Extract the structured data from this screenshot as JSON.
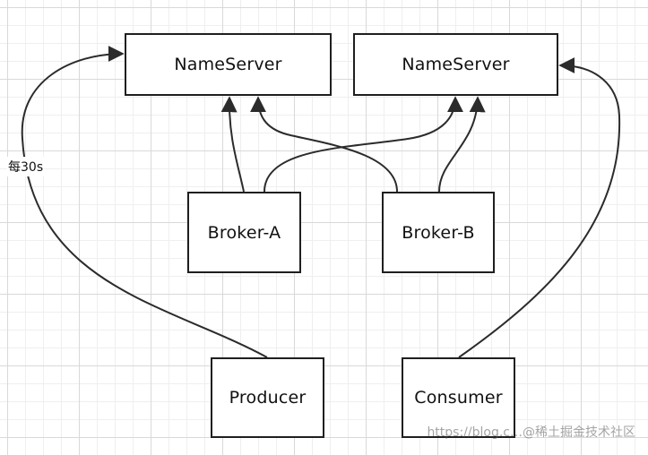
{
  "nodes": {
    "nameserver_1": "NameServer",
    "nameserver_2": "NameServer",
    "broker_a": "Broker-A",
    "broker_b": "Broker-B",
    "producer": "Producer",
    "consumer": "Consumer"
  },
  "edges": {
    "producer_to_nameserver_label": "每30s"
  },
  "watermark": "https://blog.c…@稀土掘金技术社区",
  "colors": {
    "stroke": "#2b2b2b",
    "background": "#ffffff",
    "grid_major": "#d9d9d9",
    "grid_minor": "#efefef"
  }
}
